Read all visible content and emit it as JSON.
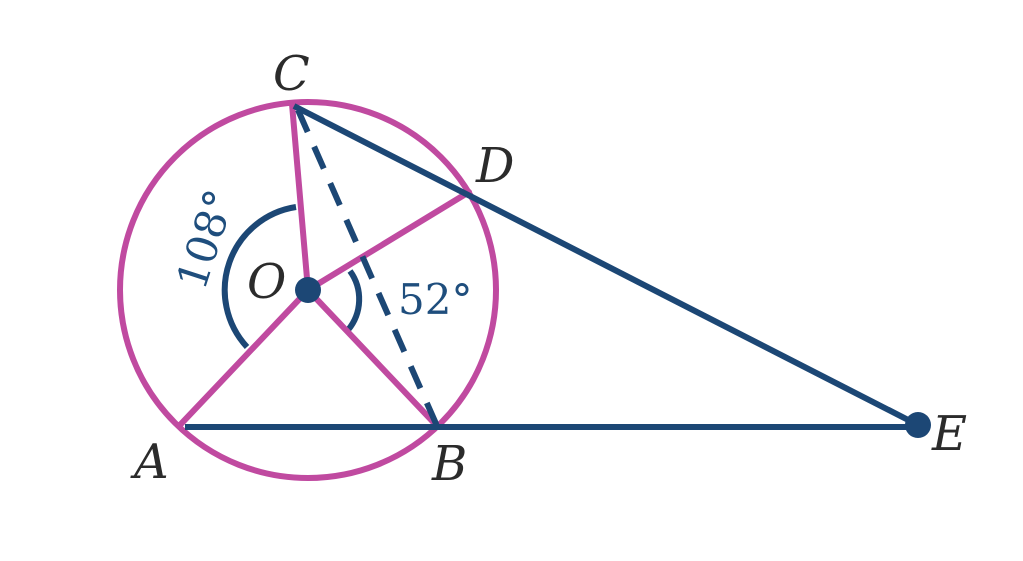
{
  "colors": {
    "circle": "#c04aa0",
    "segments": "#1c4775",
    "point": "#1c4775",
    "text": "#2b2b2b",
    "angle_text": "#1f4e7d"
  },
  "points": {
    "A": "A",
    "B": "B",
    "C": "C",
    "D": "D",
    "E": "E",
    "O": "O"
  },
  "angles": {
    "AOC": "108°",
    "BOD": "52°"
  }
}
